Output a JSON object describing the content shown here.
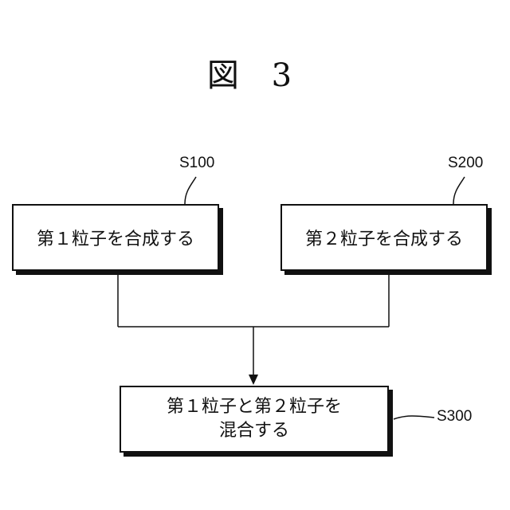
{
  "figure": {
    "title": "図 3"
  },
  "steps": [
    {
      "ref": "S100",
      "label": "第１粒子を合成する"
    },
    {
      "ref": "S200",
      "label": "第２粒子を合成する"
    },
    {
      "ref": "S300",
      "label_line1": "第１粒子と第２粒子を",
      "label_line2": "混合する"
    }
  ],
  "colors": {
    "line": "#111111",
    "background": "#ffffff"
  }
}
